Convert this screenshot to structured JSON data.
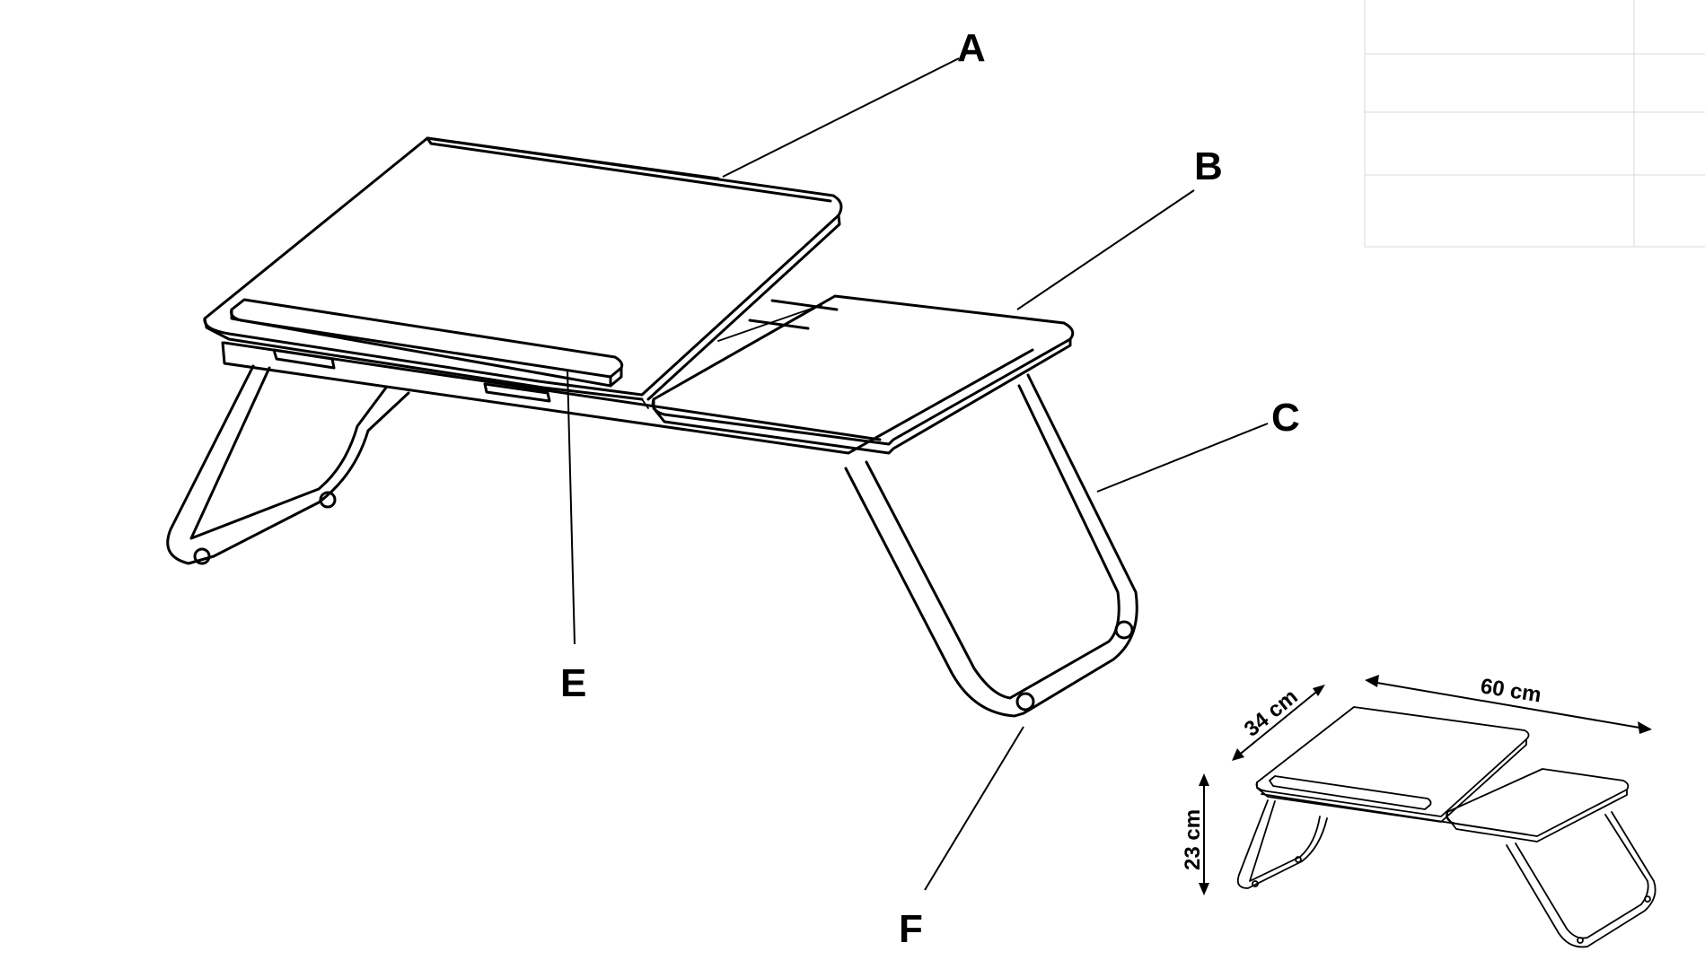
{
  "callouts": {
    "A": "A",
    "B": "B",
    "C": "C",
    "E": "E",
    "F": "F"
  },
  "dimensions": {
    "width": "60 cm",
    "depth": "34 cm",
    "height": "23 cm"
  },
  "colors": {
    "line": "#000000",
    "background": "#ffffff"
  }
}
